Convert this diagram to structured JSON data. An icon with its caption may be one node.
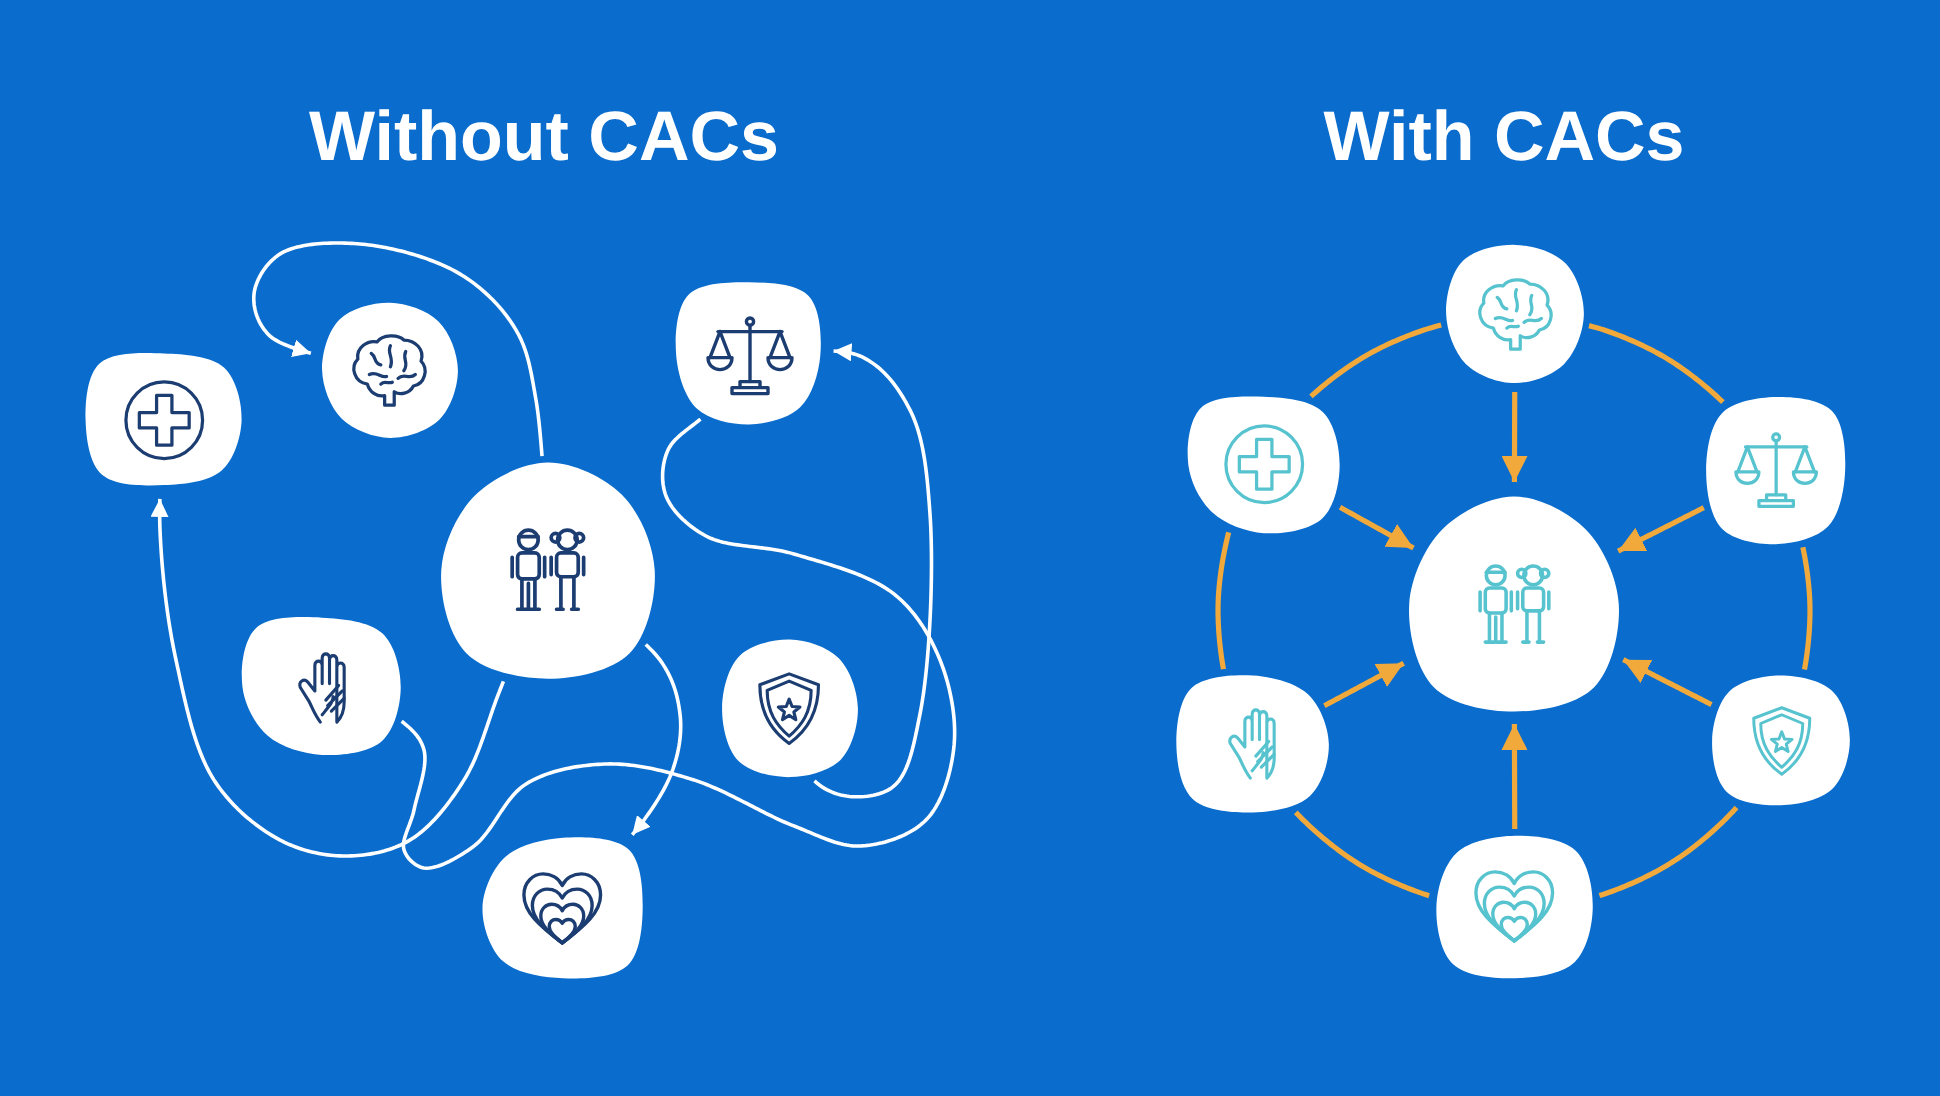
{
  "diagram": {
    "nodes": [
      {
        "text": [],
        "shape": "picture"
      },
      {
        "text": [],
        "shape": "picture"
      },
      {
        "text": [],
        "shape": "picture"
      },
      {
        "text": [],
        "shape": "picture"
      },
      {
        "text": [],
        "shape": "picture"
      },
      {
        "text": [],
        "shape": "picture"
      },
      {
        "text": [],
        "shape": "picture"
      },
      {
        "text": [],
        "shape": "picture"
      },
      {
        "text": [],
        "shape": "picture"
      },
      {
        "text": [],
        "shape": "picture"
      },
      {
        "text": [],
        "shape": "picture"
      },
      {
        "text": [],
        "shape": "picture"
      },
      {
        "text": [],
        "shape": "picture"
      },
      {
        "text": [],
        "shape": "picture"
      }
    ],
    "edges": [
      {
        "from": 3,
        "to": 1,
        "arrow": "to",
        "color": "#ffffff"
      },
      {
        "from": 3,
        "to": 0,
        "arrow": "to",
        "color": "#ffffff"
      },
      {
        "from": 3,
        "to": 6,
        "arrow": "to",
        "color": "#ffffff"
      },
      {
        "from": 4,
        "to": 2,
        "arrow": "none",
        "color": "#ffffff"
      },
      {
        "from": 5,
        "to": 2,
        "arrow": "to",
        "color": "#ffffff"
      },
      {
        "from": 7,
        "to": 10,
        "arrow": "to"
      },
      {
        "from": 9,
        "to": 10,
        "arrow": "to"
      },
      {
        "from": 12,
        "to": 10,
        "arrow": "to"
      },
      {
        "from": 13,
        "to": 10,
        "arrow": "to"
      },
      {
        "from": 11,
        "to": 10,
        "arrow": "to"
      },
      {
        "from": 8,
        "to": 10,
        "arrow": "to"
      },
      {
        "from": 7,
        "to": 9,
        "arrow": "none"
      },
      {
        "from": 9,
        "to": 12,
        "arrow": "none"
      },
      {
        "from": 12,
        "to": 13,
        "arrow": "none"
      },
      {
        "from": 13,
        "to": 11,
        "arrow": "none"
      },
      {
        "from": 11,
        "to": 8,
        "arrow": "none"
      },
      {
        "from": 8,
        "to": 7,
        "arrow": "none"
      }
    ],
    "labels": [
      "Without CACs",
      "With CACs"
    ]
  }
}
